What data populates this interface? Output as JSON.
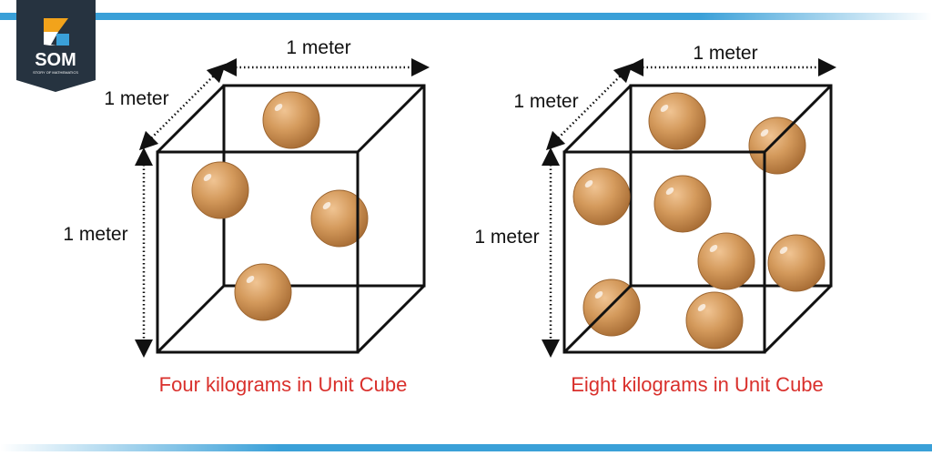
{
  "logo": {
    "text": "SOM",
    "subtitle": "STORY OF MATHEMATICS"
  },
  "colors": {
    "accent_blue": "#3aa0d8",
    "caption_red": "#d9302c",
    "sphere": "#d49a5c",
    "logo_bg": "#263340",
    "logo_orange": "#f2a31b"
  },
  "diagrams": [
    {
      "labels": {
        "width": "1 meter",
        "depth": "1 meter",
        "height": "1 meter"
      },
      "caption": "Four kilograms in Unit Cube",
      "mass_count": 4
    },
    {
      "labels": {
        "width": "1 meter",
        "depth": "1 meter",
        "height": "1 meter"
      },
      "caption": "Eight kilograms in Unit Cube",
      "mass_count": 8
    }
  ]
}
